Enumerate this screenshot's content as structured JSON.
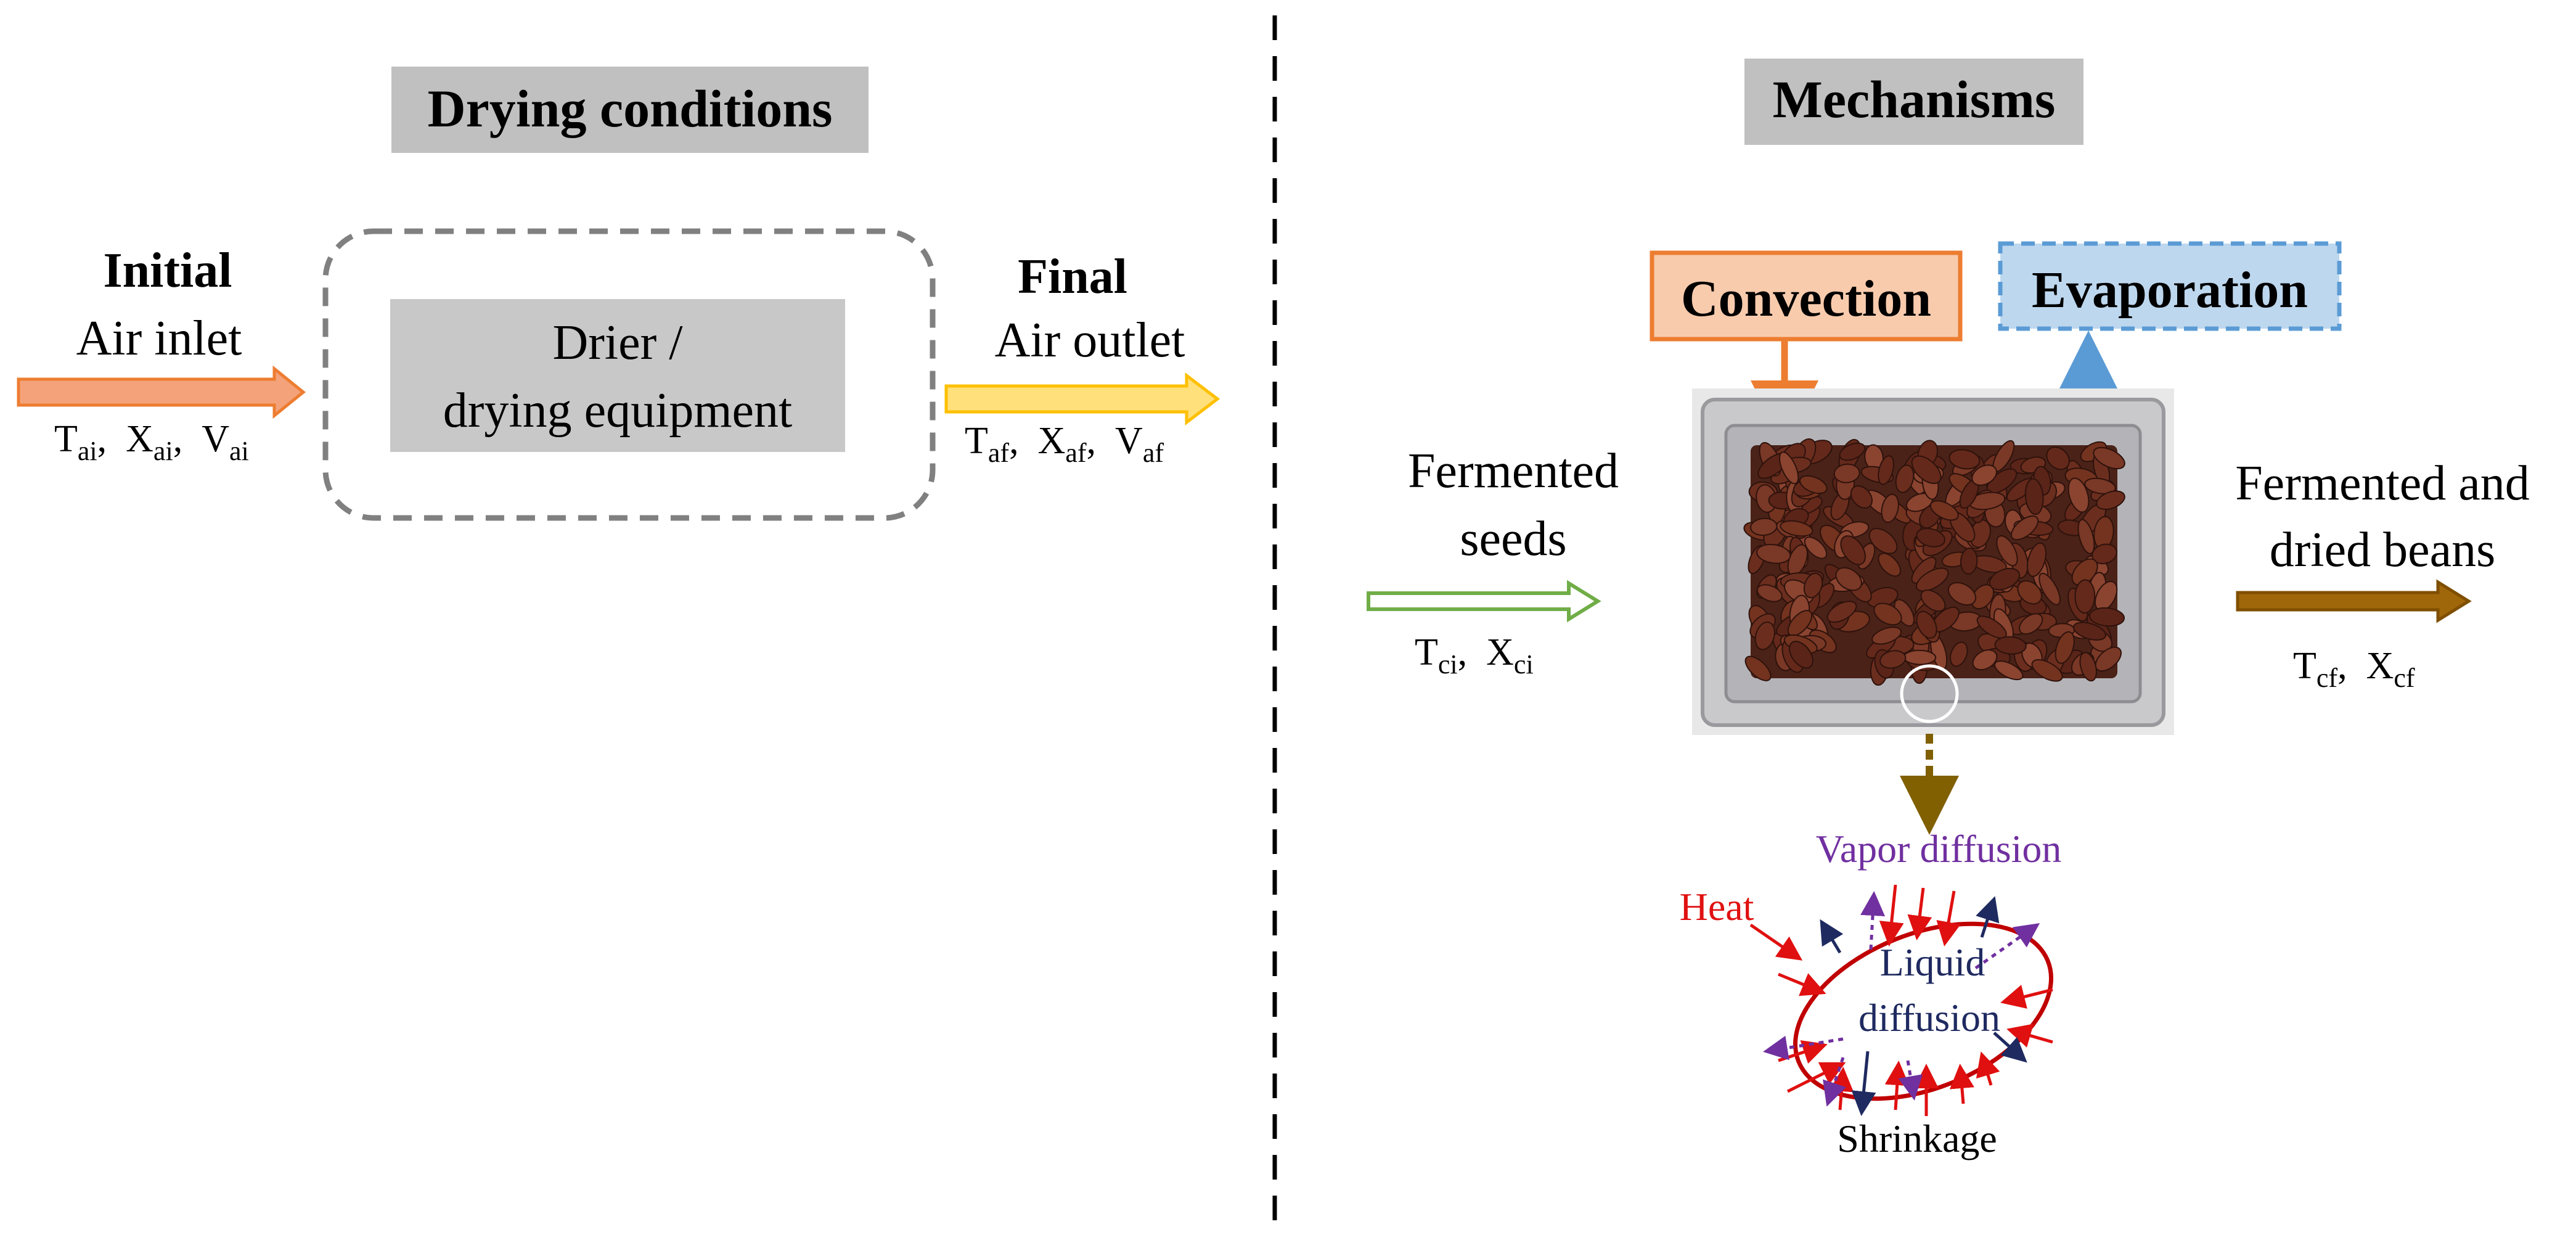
{
  "conditions": {
    "title": "Drying conditions",
    "initial": "Initial",
    "air_inlet": "Air inlet",
    "inlet_vars": [
      {
        "sym": "T",
        "sub": "ai",
        "sep": ", "
      },
      {
        "sym": "X",
        "sub": "ai",
        "sep": ", "
      },
      {
        "sym": "V",
        "sub": "ai",
        "sep": ""
      }
    ],
    "drier_line1": "Drier /",
    "drier_line2": "drying equipment",
    "final": "Final",
    "air_outlet": "Air outlet",
    "outlet_vars": [
      {
        "sym": "T",
        "sub": "af",
        "sep": ", "
      },
      {
        "sym": "X",
        "sub": "af",
        "sep": ", "
      },
      {
        "sym": "V",
        "sub": "af",
        "sep": ""
      }
    ]
  },
  "mechanisms": {
    "title": "Mechanisms",
    "convection": "Convection",
    "evaporation": "Evaporation",
    "input_line1": "Fermented",
    "input_line2": "seeds",
    "input_vars": [
      {
        "sym": "T",
        "sub": "ci",
        "sep": ", "
      },
      {
        "sym": "X",
        "sub": "ci",
        "sep": ""
      }
    ],
    "output_line1": "Fermented and",
    "output_line2": "dried beans",
    "output_vars": [
      {
        "sym": "T",
        "sub": "cf",
        "sep": ", "
      },
      {
        "sym": "X",
        "sub": "cf",
        "sep": ""
      }
    ],
    "vapor_diffusion": "Vapor diffusion",
    "heat": "Heat",
    "liquid_line1": "Liquid",
    "liquid_line2": "diffusion",
    "shrinkage": "Shrinkage"
  },
  "colors": {
    "inlet_arrow": "#F4A27A",
    "outlet_arrow": "#FFD54F",
    "seeds_arrow": "#7CB85A",
    "beans_arrow": "#A0660A",
    "convection_fill": "#F8CBAD",
    "convection_stroke": "#ED7D31",
    "evaporation_fill": "#BDD7EE",
    "evaporation_stroke": "#5B9BD5",
    "title_box": "#C0C0C0",
    "heat": "#E01010",
    "vapor": "#7030A0",
    "liquid": "#1F2A60",
    "cell_outline": "#C00000",
    "magnify_arrow": "#806000"
  }
}
